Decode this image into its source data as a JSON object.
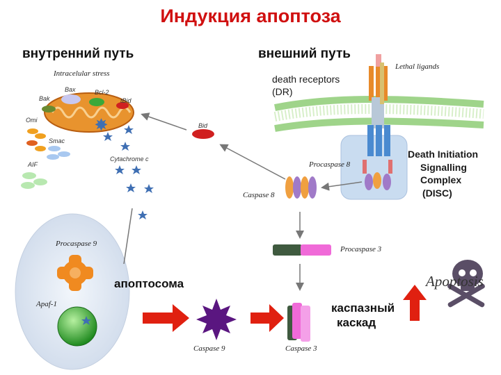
{
  "title": "Индукция апоптоза",
  "pathways": {
    "intrinsic": "внутренний путь",
    "extrinsic": "внешний путь"
  },
  "labels": {
    "intracellular_stress": "Intracelular stress",
    "bax": "Bax",
    "bak": "Bak",
    "bcl2": "Bcl-2",
    "tbid": "tBid",
    "omi": "Omi",
    "smac": "Smac",
    "aif": "AIF",
    "cytochrome_c": "Cytachrome c",
    "bid": "Bid",
    "death_receptors": "death receptors",
    "dr": "(DR)",
    "lethal_ligands": "Lethal ligands",
    "disc_line1": "Death Initiation",
    "disc_line2": "Signalling",
    "disc_line3": "Complex",
    "disc_line4": "(DISC)",
    "procaspase8": "Procaspase 8",
    "caspase8": "Caspase 8",
    "procaspase3": "Procaspase 3",
    "procaspase9": "Procaspase 9",
    "apaf1": "Apaf-1",
    "apoptosome": "апоптосома",
    "caspase9": "Caspase 9",
    "caspase3": "Caspase 3",
    "cascade_line1": "каспазный",
    "cascade_line2": "каскад",
    "apoptosis": "Apoptosis"
  },
  "colors": {
    "title_red": "#d01010",
    "arrow_red": "#e02010",
    "membrane_green": "#9fd48a",
    "disc_box": "#c9dcf0",
    "apoptosome_bg": "#dde6f2",
    "mito_orange": "#e8932e",
    "cyto_star": "#3f6fb3",
    "procasp9_orange": "#f08a20",
    "apaf_green": "#3aa83a",
    "casp9_purple": "#5a1680",
    "procasp3_pink": "#f06ad8",
    "procasp3_dark": "#3f5a3f",
    "receptor_orange": "#e88a2a",
    "receptor_blue": "#4a8ad0"
  },
  "icons": [
    "mitochondrion-icon",
    "cytochrome-star-icon",
    "skull-crossbones-icon"
  ]
}
